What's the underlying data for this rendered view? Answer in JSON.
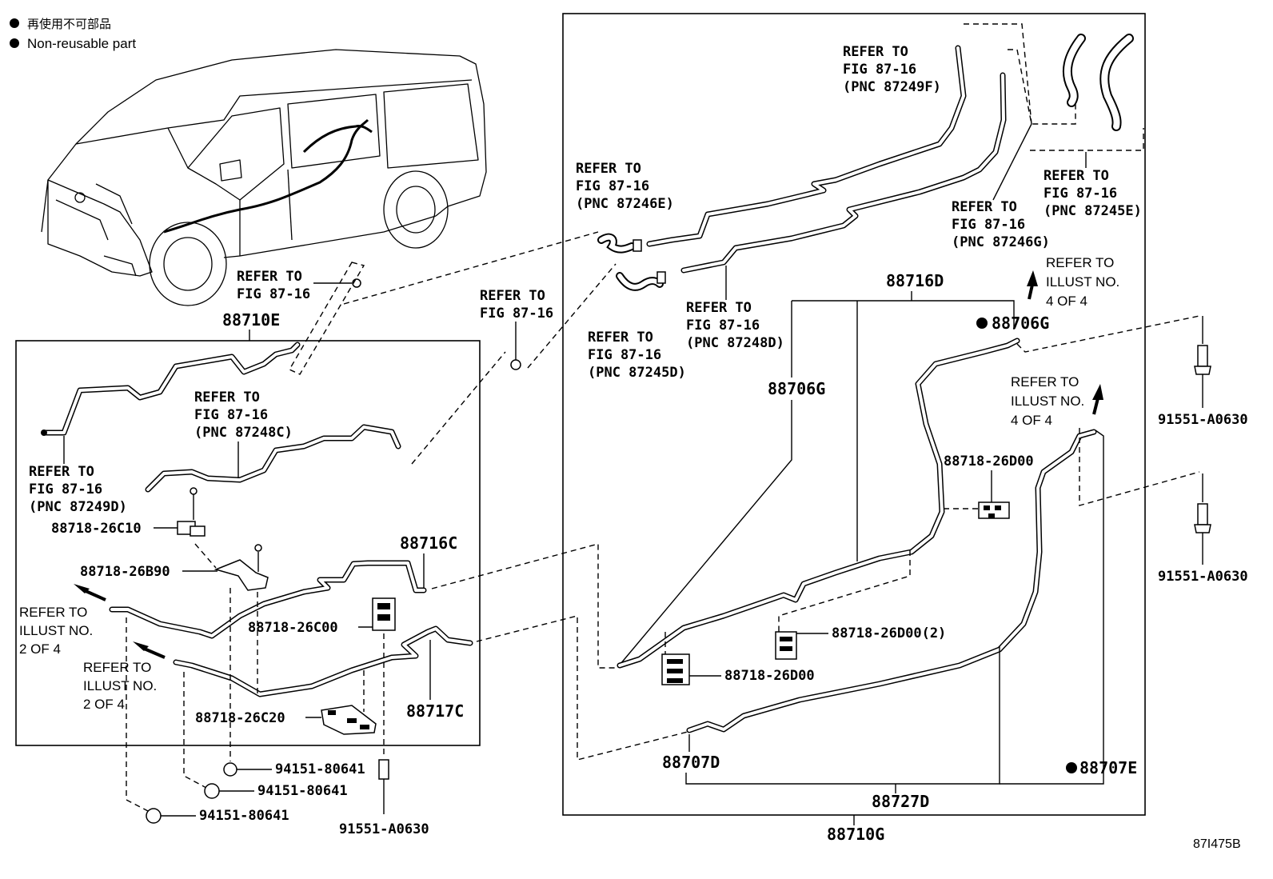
{
  "legend": {
    "line1": "再使用不可部品",
    "line2": "Non-reusable part"
  },
  "refs": {
    "r_top_clip": [
      "REFER TO",
      "FIG 87-16"
    ],
    "r_mid_clip": [
      "REFER TO",
      "FIG 87-16"
    ],
    "r_87249d": [
      "REFER TO",
      "FIG 87-16",
      "(PNC 87249D)"
    ],
    "r_87248c": [
      "REFER TO",
      "FIG 87-16",
      "(PNC 87248C)"
    ],
    "r_87246e": [
      "REFER TO",
      "FIG 87-16",
      "(PNC 87246E)"
    ],
    "r_87245d": [
      "REFER TO",
      "FIG 87-16",
      "(PNC 87245D)"
    ],
    "r_87248d": [
      "REFER TO",
      "FIG 87-16",
      "(PNC 87248D)"
    ],
    "r_87249f": [
      "REFER TO",
      "FIG 87-16",
      "(PNC 87249F)"
    ],
    "r_87246g": [
      "REFER TO",
      "FIG 87-16",
      "(PNC 87246G)"
    ],
    "r_87245e": [
      "REFER TO",
      "FIG 87-16",
      "(PNC 87245E)"
    ],
    "r_illust2a": [
      "REFER TO",
      "ILLUST NO.",
      "2 OF 4"
    ],
    "r_illust2b": [
      "REFER TO",
      "ILLUST NO.",
      "2 OF 4"
    ],
    "r_illust4a": [
      "REFER TO",
      "ILLUST NO.",
      "4 OF 4"
    ],
    "r_illust4b": [
      "REFER TO",
      "ILLUST NO.",
      "4 OF 4"
    ]
  },
  "parts": {
    "p88710E": "88710E",
    "p88716C": "88716C",
    "p88717C": "88717C",
    "p88718_26C10": "88718-26C10",
    "p88718_26B90": "88718-26B90",
    "p88718_26C00": "88718-26C00",
    "p88718_26C20": "88718-26C20",
    "p94151a": "94151-80641",
    "p94151b": "94151-80641",
    "p94151c": "94151-80641",
    "p91551_left": "91551-A0630",
    "p88716D": "88716D",
    "p88706G_a": "88706G",
    "p88706G_b": "88706G",
    "p88718_26D00_a": "88718-26D00",
    "p88718_26D00_2": "88718-26D00(2)",
    "p88718_26D00_b": "88718-26D00",
    "p88707D": "88707D",
    "p88707E": "88707E",
    "p88727D": "88727D",
    "p88710G": "88710G",
    "p91551_r1": "91551-A0630",
    "p91551_r2": "91551-A0630"
  },
  "figure_code": "87I475B"
}
